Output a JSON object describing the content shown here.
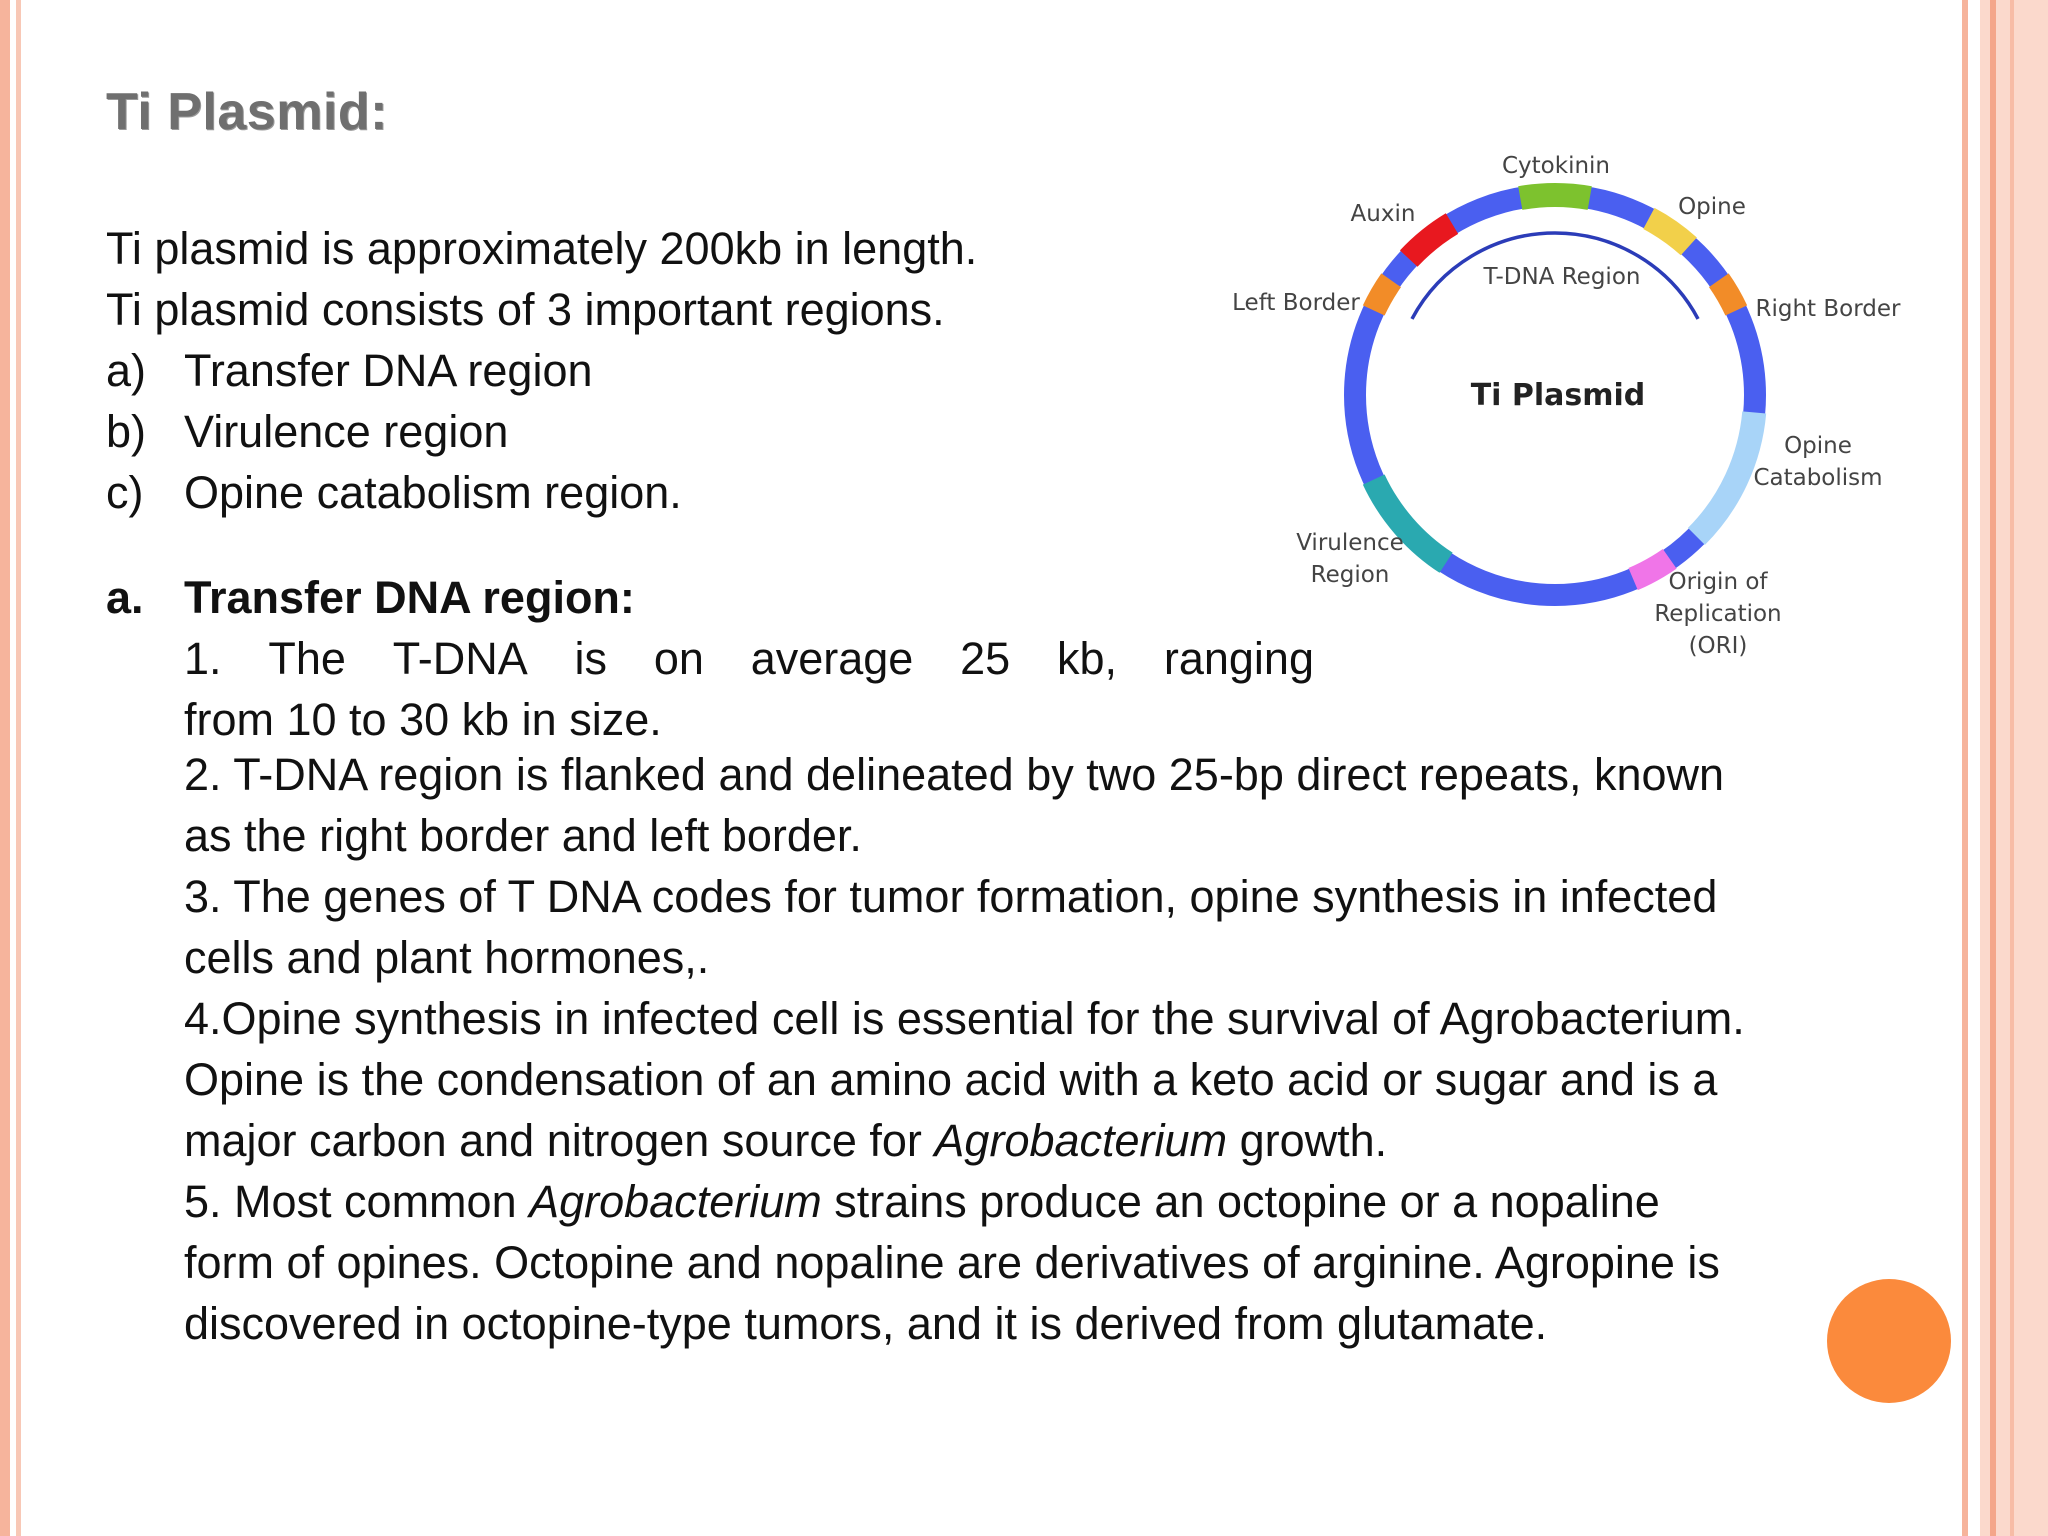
{
  "title": "Ti Plasmid:",
  "intro": [
    "Ti plasmid is approximately 200kb in length.",
    "Ti plasmid consists of 3 important regions."
  ],
  "regions": [
    {
      "marker": "a)",
      "text": "Transfer DNA region"
    },
    {
      "marker": "b)",
      "text": "Virulence region"
    },
    {
      "marker": "c)",
      "text": "Opine catabolism region."
    }
  ],
  "section": {
    "marker": "a.",
    "heading": "Transfer DNA region:"
  },
  "points": {
    "p1_words": [
      "1.",
      "The",
      "T-DNA",
      "is",
      "on",
      "average",
      "25",
      "kb,",
      "ranging"
    ],
    "p1_line2": "from 10 to 30 kb in size.",
    "p2_line1": "2. T-DNA region is flanked and delineated by two 25-bp direct repeats, known",
    "p2_line2": "as the right border and left border.",
    "p3_line1": "3. The genes of T DNA codes for tumor formation, opine synthesis in infected",
    "p3_line2": "cells and plant hormones,.",
    "p4_line1": "4.Opine synthesis in infected cell is essential for the survival of Agrobacterium.",
    "p4_line2": "Opine is the condensation of an amino acid with a keto acid or sugar and is a",
    "p4_line3_a": "major carbon and nitrogen source for ",
    "p4_line3_i": "Agrobacterium",
    "p4_line3_b": " growth.",
    "p5_line1_a": "5. Most common ",
    "p5_line1_i": "Agrobacterium",
    "p5_line1_b": " strains produce an octopine or a nopaline",
    "p5_line2": "form of opines. Octopine and nopaline are derivatives of arginine. Agropine is",
    "p5_line3": "discovered in octopine-type tumors, and it is derived from glutamate."
  },
  "diagram": {
    "center_label": "Ti Plasmid",
    "arc_label": "T-DNA Region",
    "labels": {
      "cytokinin": "Cytokinin",
      "auxin": "Auxin",
      "opine": "Opine",
      "left_border": "Left Border",
      "right_border": "Right Border",
      "opine_cat_1": "Opine",
      "opine_cat_2": "Catabolism",
      "virulence_1": "Virulence",
      "virulence_2": "Region",
      "ori_1": "Origin of",
      "ori_2": "Replication",
      "ori_3": "(ORI)"
    },
    "colors": {
      "ring": "#4a5ff0",
      "cytokinin": "#7dc22e",
      "auxin": "#e8181f",
      "opine": "#f2d04a",
      "border": "#f28c28",
      "catabolism": "#a8d4f8",
      "virulence": "#2aa9b0",
      "ori": "#f075e8",
      "arc": "#2b3cb8"
    }
  }
}
